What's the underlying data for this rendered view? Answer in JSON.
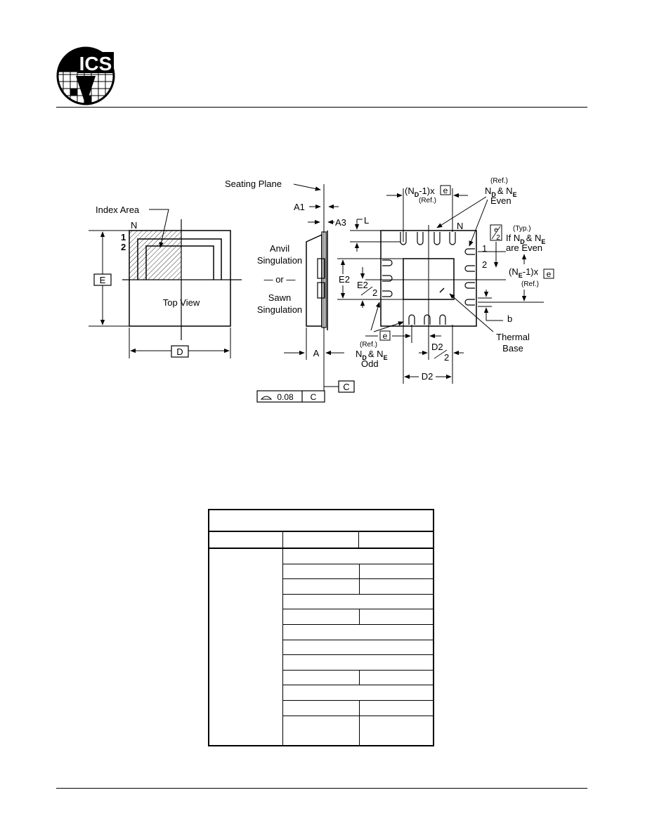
{
  "header": {
    "logo_text": "ICS"
  },
  "drawing": {
    "top_view": {
      "index_area": "Index Area",
      "pin_n": "N",
      "pin_1": "1",
      "pin_2": "2",
      "view_label": "Top View",
      "dim_e": "E",
      "dim_d": "D"
    },
    "side_view": {
      "seating_plane": "Seating Plane",
      "a1": "A1",
      "a3": "A3",
      "anvil_line1": "Anvil",
      "anvil_line2": "Singulation",
      "or_text": "— or —",
      "sawn_line1": "Sawn",
      "sawn_line2": "Singulation",
      "dim_a": "A",
      "datum_c": "C",
      "flatness_value": "0.08",
      "flatness_datum": "C"
    },
    "bottom_view": {
      "nd_pitch_prefix": "(N",
      "nd_sub": "D",
      "nd_pitch_suffix": "-1)x",
      "pitch_e": "e",
      "ref": "(Ref.)",
      "nd_ne_even_top": "N",
      "even_sub_d": "D",
      "amp": "& N",
      "even_sub_e": "E",
      "even": "Even",
      "pin_n": "N",
      "pin_1": "1",
      "pin_2": "2",
      "dim_l": "L",
      "e_half": "e",
      "two": "2",
      "typ": "(Typ.)",
      "if_text": "If N",
      "are_even": "are Even",
      "ne_pitch_prefix": "(N",
      "ne_pitch_suffix": "-1)x",
      "dim_e2": "E2",
      "dim_e2_half": "E2",
      "thermal_line1": "Thermal",
      "thermal_line2": "Base",
      "dim_b": "b",
      "odd": "Odd",
      "dim_d2_half": "D2",
      "dim_d2": "D2"
    }
  }
}
